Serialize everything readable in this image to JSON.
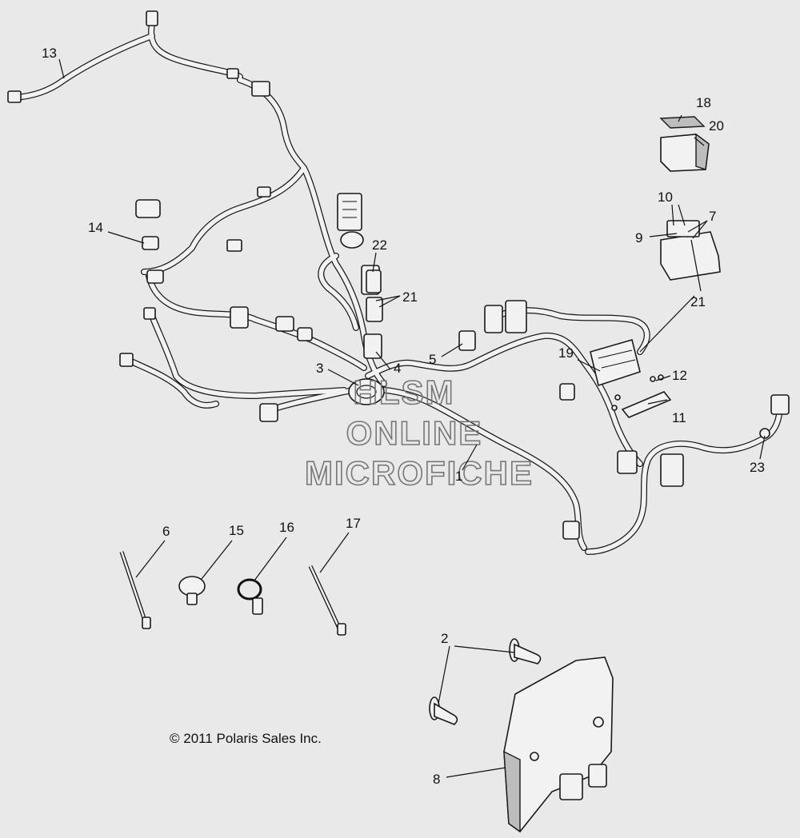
{
  "callouts": [
    {
      "id": "c1",
      "label": "1"
    },
    {
      "id": "c2",
      "label": "2"
    },
    {
      "id": "c3",
      "label": "3"
    },
    {
      "id": "c4",
      "label": "4"
    },
    {
      "id": "c5",
      "label": "5"
    },
    {
      "id": "c6",
      "label": "6"
    },
    {
      "id": "c7",
      "label": "7"
    },
    {
      "id": "c8",
      "label": "8"
    },
    {
      "id": "c9",
      "label": "9"
    },
    {
      "id": "c10",
      "label": "10"
    },
    {
      "id": "c11",
      "label": "11"
    },
    {
      "id": "c12",
      "label": "12"
    },
    {
      "id": "c13",
      "label": "13"
    },
    {
      "id": "c14",
      "label": "14"
    },
    {
      "id": "c15",
      "label": "15"
    },
    {
      "id": "c16",
      "label": "16"
    },
    {
      "id": "c17",
      "label": "17"
    },
    {
      "id": "c18",
      "label": "18"
    },
    {
      "id": "c19",
      "label": "19"
    },
    {
      "id": "c20",
      "label": "20"
    },
    {
      "id": "c21a",
      "label": "21"
    },
    {
      "id": "c21b",
      "label": "21"
    },
    {
      "id": "c22",
      "label": "22"
    },
    {
      "id": "c23",
      "label": "23"
    }
  ],
  "watermark": {
    "line1": "HLSM",
    "line2": "ONLINE",
    "line3": "MICROFICHE"
  },
  "copyright": "© 2011 Polaris Sales Inc."
}
